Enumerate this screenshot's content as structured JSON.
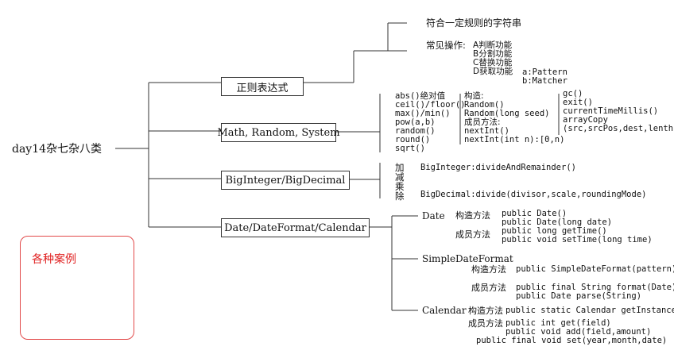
{
  "root": "day14杂七杂八类",
  "case_box": "各种案例",
  "regex": {
    "title": "正则表达式",
    "desc": "符合一定规则的字符串",
    "ops_label": "常见操作:",
    "ops": [
      "A判断功能",
      "B分割功能",
      "C替换功能",
      "D获取功能"
    ],
    "classes": [
      "a:Pattern",
      "b:Matcher"
    ]
  },
  "mrs": {
    "title": "Math, Random, System",
    "math": [
      "abs()绝对值",
      "ceil()/floor()",
      "max()/min()",
      "pow(a,b)",
      "random()",
      "round()",
      "sqrt()"
    ],
    "random": [
      "构造:",
      "Random()",
      "Random(long seed)",
      "成员方法:",
      "nextInt()",
      "nextInt(int n):[0,n)"
    ],
    "system": [
      "gc()",
      "exit()",
      "currentTimeMillis()",
      "arrayCopy",
      "(src,srcPos,dest,lenth)"
    ]
  },
  "big": {
    "title": "BigInteger/BigDecimal",
    "ops": [
      "加",
      "减",
      "乘",
      "除"
    ],
    "int_method": "BigInteger:divideAndRemainder()",
    "dec_method": "BigDecimal:divide(divisor,scale,roundingMode)"
  },
  "date": {
    "title": "Date/DateFormat/Calendar",
    "date_label": "Date",
    "ctor_label": "构造方法",
    "member_label": "成员方法",
    "date_ctors": [
      "public Date()",
      "public Date(long date)"
    ],
    "date_members": [
      "public long getTime()",
      "public void setTime(long time)"
    ],
    "sdf_label": "SimpleDateFormat",
    "sdf_ctor": "public SimpleDateFormat(pattern)",
    "sdf_members": [
      "public final String format(Date)",
      "public Date parse(String)"
    ],
    "cal_label": "Calendar",
    "cal_ctor": "public static Calendar getInstance()",
    "cal_members": [
      "public int get(field)",
      "public void add(field,amount)",
      "public final void set(year,month,date)"
    ]
  }
}
